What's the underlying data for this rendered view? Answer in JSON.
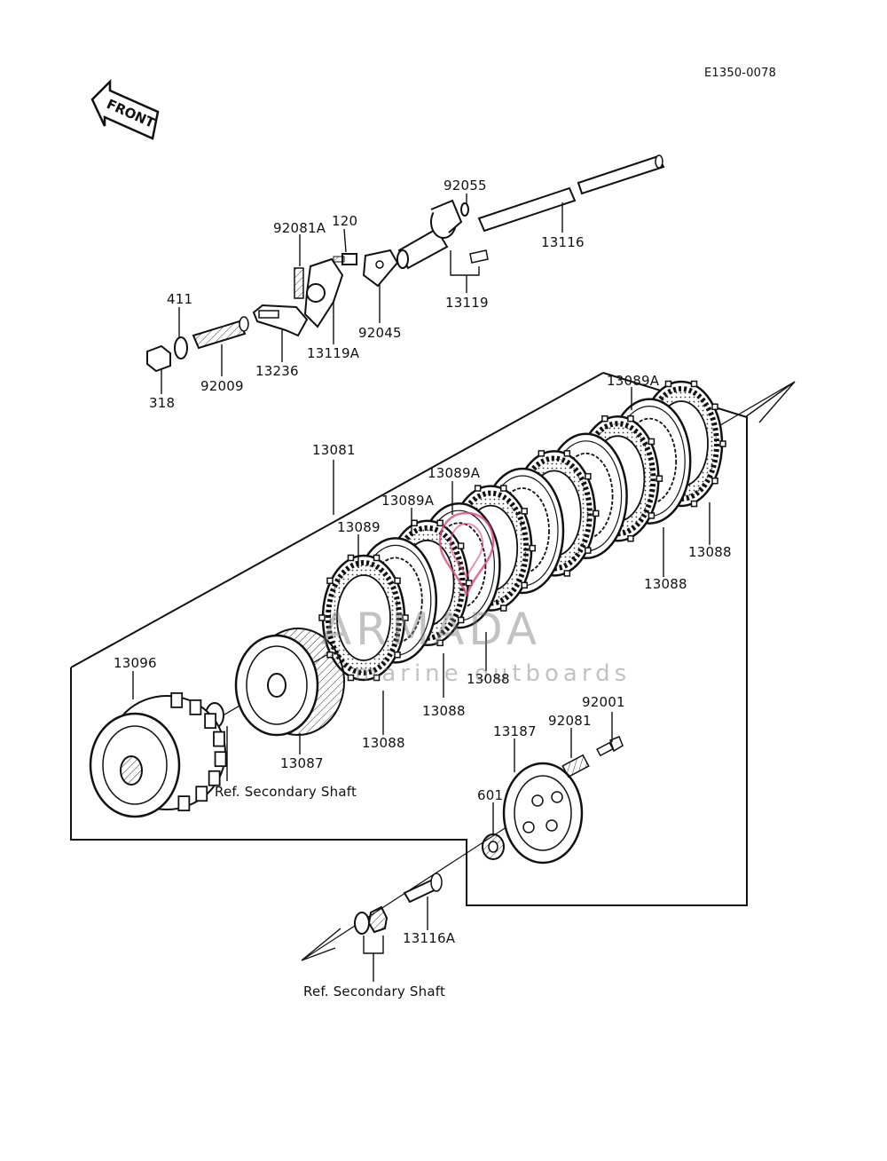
{
  "diagram_code": "E1350-0078",
  "front_label": "FRONT",
  "watermark": {
    "brand": "ARMADA",
    "tagline": "marine outboards",
    "accent_color": "#d9487a"
  },
  "part_labels": {
    "p92055": "92055",
    "p120": "120",
    "p92081A": "92081A",
    "p13116_upper": "13116",
    "p13119": "13119",
    "p92045": "92045",
    "p411": "411",
    "p13119A": "13119A",
    "p13236": "13236",
    "p92009": "92009",
    "p318": "318",
    "p13089A_top": "13089A",
    "p13081": "13081",
    "p13089A_mid": "13089A",
    "p13089A_low": "13089A",
    "p13089": "13089",
    "p13088_right": "13088",
    "p13088_right2": "13088",
    "p13088_center": "13088",
    "p13088_lower": "13088",
    "p13088_bottom": "13088",
    "p13096": "13096",
    "p92001": "92001",
    "p92081": "92081",
    "p13187": "13187",
    "p601": "601",
    "p13087": "13087",
    "ref_secondary_shaft_1": "Ref. Secondary Shaft",
    "ref_secondary_shaft_2": "Ref. Secondary Shaft",
    "p13116A": "13116A"
  }
}
